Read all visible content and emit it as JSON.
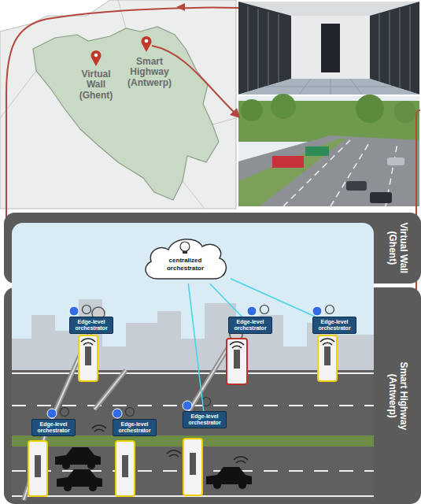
{
  "diagram": {
    "nodes": [
      {
        "text": [
          "Virtual Wall (Ghent)"
        ]
      },
      {
        "text": [
          "Smart Highway (Antwerp)"
        ]
      },
      {
        "text": [
          "centralized orchestrator"
        ],
        "in": 0
      },
      {
        "text": [
          "Edge-level orchestrator"
        ],
        "in": 1
      },
      {
        "text": [
          "Edge-level orchestrator"
        ],
        "in": 1
      },
      {
        "text": [
          "Edge-level orchestrator"
        ],
        "in": 1
      },
      {
        "text": [
          "Edge-level orchestrator"
        ],
        "in": 1
      },
      {
        "text": [
          "Edge-level orchestrator"
        ],
        "in": 1
      },
      {
        "text": [
          "Edge-level orchestrator"
        ],
        "in": 1
      }
    ],
    "edges": [
      {
        "from": 2,
        "to": 4,
        "arrow": "none"
      },
      {
        "from": 2,
        "to": 5,
        "arrow": "none"
      },
      {
        "from": 2,
        "to": 8,
        "arrow": "none"
      }
    ],
    "labels": [
      "Virtual Wall (Ghent)",
      "Smart Highway (Antwerp)"
    ]
  }
}
